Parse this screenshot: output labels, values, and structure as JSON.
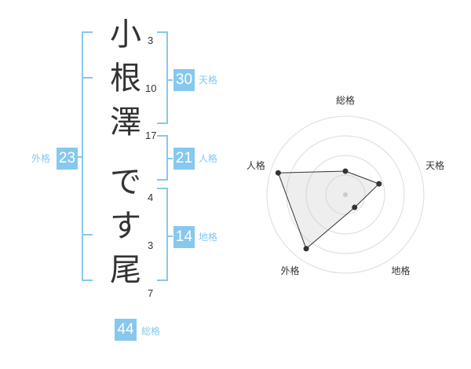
{
  "name_chars": [
    "小",
    "根",
    "澤",
    "で",
    "す",
    "尾"
  ],
  "strokes": [
    "3",
    "10",
    "17",
    "4",
    "3",
    "7"
  ],
  "kaku": {
    "tenkaku": {
      "value": "30",
      "label": "天格"
    },
    "jinkaku": {
      "value": "21",
      "label": "人格"
    },
    "chikaku": {
      "value": "14",
      "label": "地格"
    },
    "gaikaku": {
      "value": "23",
      "label": "外格"
    },
    "soukaku": {
      "value": "44",
      "label": "総格"
    }
  },
  "chart_data": {
    "type": "radar",
    "axes": [
      "総格",
      "天格",
      "地格",
      "外格",
      "人格"
    ],
    "values": [
      0.3,
      0.45,
      0.2,
      0.85,
      0.9
    ],
    "max": 1,
    "rings": 4
  },
  "colors": {
    "accent": "#86c8ee",
    "text": "#333333"
  }
}
